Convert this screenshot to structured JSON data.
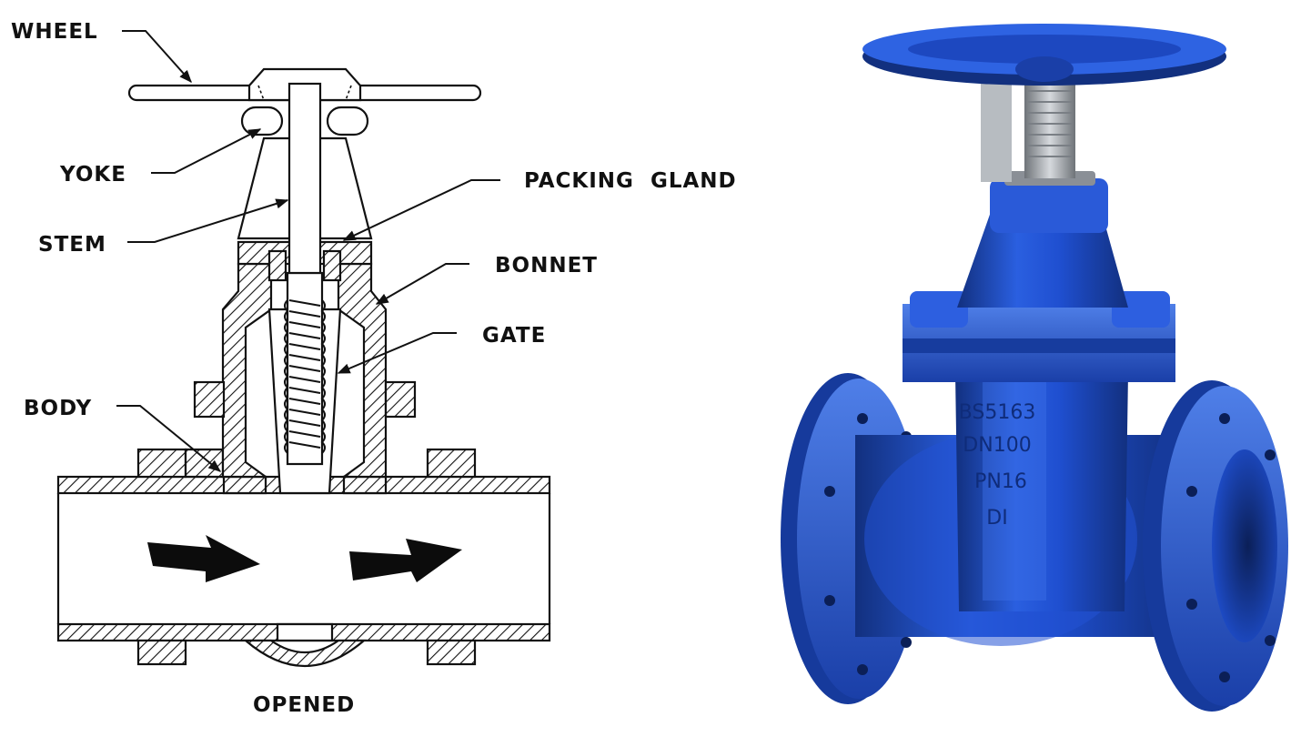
{
  "diagram": {
    "labels": {
      "wheel": "WHEEL",
      "yoke": "YOKE",
      "stem": "STEM",
      "packing_gland": "PACKING  GLAND",
      "bonnet": "BONNET",
      "gate": "GATE",
      "body": "BODY",
      "state": "OPENED"
    },
    "photo": {
      "markings": [
        "BS5163",
        "DN100",
        "PN16",
        "DI"
      ]
    },
    "colors": {
      "line": "#111111",
      "valve_blue": "#1f4fd0",
      "valve_dark": "#12307f",
      "valve_light": "#4f7fe8",
      "stem_silver": "#b8bcc2"
    }
  }
}
